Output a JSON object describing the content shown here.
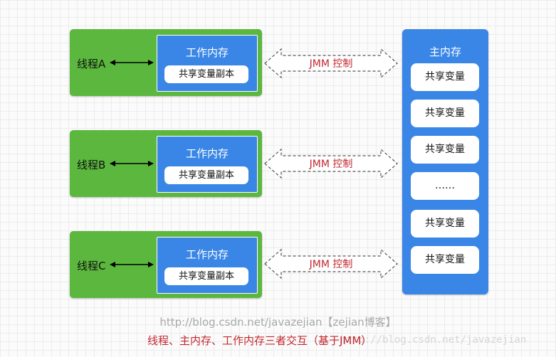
{
  "threads": [
    {
      "label": "线程A",
      "work_memory": {
        "title": "工作内存",
        "copy": "共享变量副本"
      }
    },
    {
      "label": "线程B",
      "work_memory": {
        "title": "工作内存",
        "copy": "共享变量副本"
      }
    },
    {
      "label": "线程C",
      "work_memory": {
        "title": "工作内存",
        "copy": "共享变量副本"
      }
    }
  ],
  "jmm_arrows": [
    {
      "label": "JMM 控制"
    },
    {
      "label": "JMM 控制"
    },
    {
      "label": "JMM 控制"
    }
  ],
  "main_memory": {
    "title": "主内存",
    "variables": [
      "共享变量",
      "共享变量",
      "共享变量",
      "……",
      "共享变量",
      "共享变量"
    ]
  },
  "footer": {
    "url": "http://blog.csdn.net/javazejian【zejian博客】",
    "caption": "线程、主内存、工作内存三者交互（基于JMM）",
    "watermark": "http://blog.csdn.net/javazejian"
  },
  "colors": {
    "thread_box": "#5bb73d",
    "memory_box": "#3a86e6",
    "jmm_label": "#c2282f",
    "caption": "#c2282f"
  }
}
